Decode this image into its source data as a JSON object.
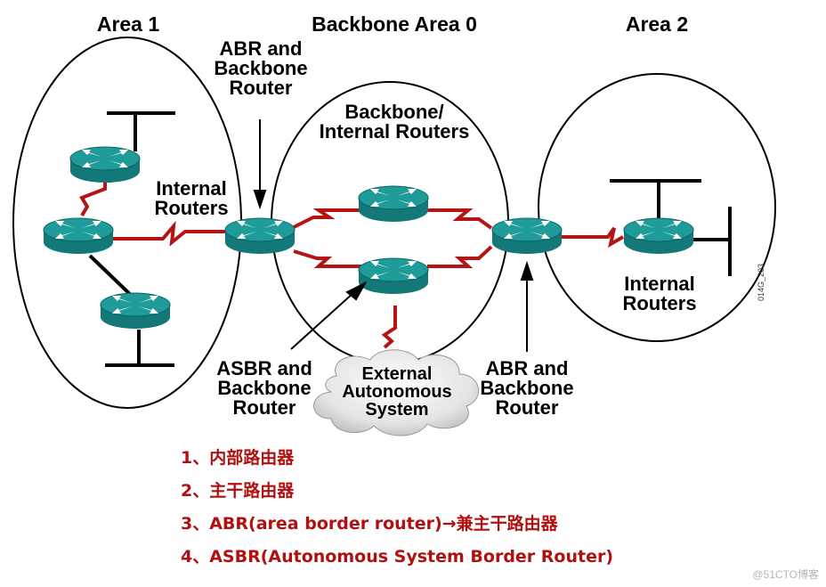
{
  "areas": {
    "area1": "Area 1",
    "backbone": "Backbone Area 0",
    "area2": "Area 2"
  },
  "labels": {
    "abr_top": [
      "ABR and",
      "Backbone",
      "Router"
    ],
    "backbone_internal": [
      "Backbone/",
      "Internal Routers"
    ],
    "internal_left": [
      "Internal",
      "Routers"
    ],
    "internal_right": [
      "Internal",
      "Routers"
    ],
    "asbr": [
      "ASBR and",
      "Backbone",
      "Router"
    ],
    "external_as": [
      "External",
      "Autonomous",
      "System"
    ],
    "abr_bottom": [
      "ABR and",
      "Backbone",
      "Router"
    ]
  },
  "figure_code": "014G_203",
  "notes": [
    "1、内部路由器",
    "2、主干路由器",
    "3、ABR(area border router)→兼主干路由器",
    "4、ASBR(Autonomous System Border Router)"
  ],
  "watermark": "@51CTO博客",
  "colors": {
    "router_top": "#1f9b9a",
    "router_side": "#127878",
    "link": "#b51414",
    "notes": "#b01010"
  }
}
